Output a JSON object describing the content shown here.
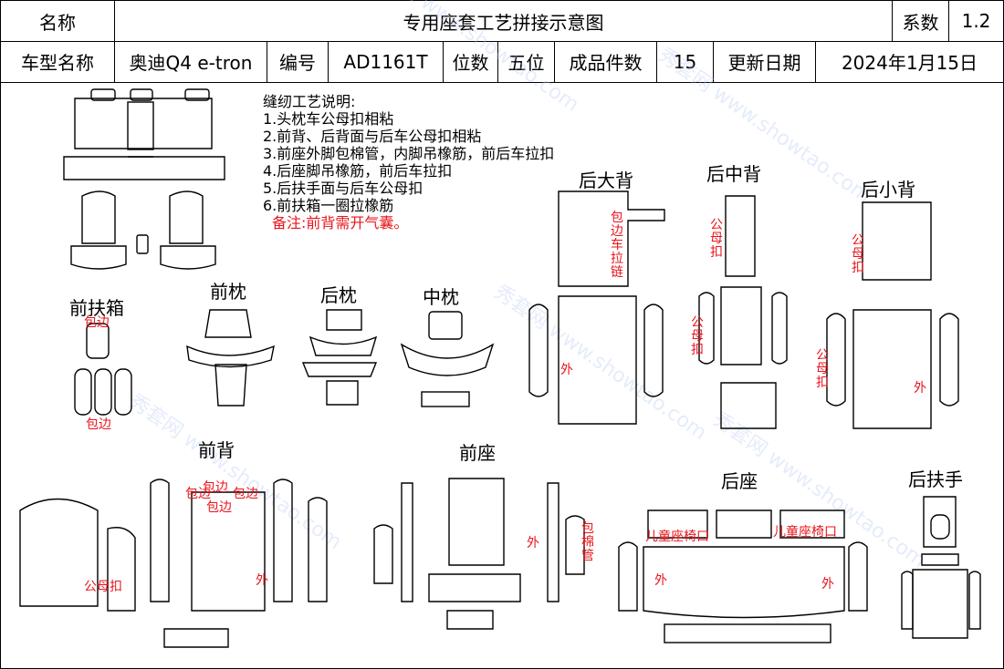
{
  "header": {
    "name_label": "名称",
    "title": "专用座套工艺拼接示意图",
    "coef_label": "系数",
    "coef_value": "1.2"
  },
  "info": {
    "model_label": "车型名称",
    "model_value": "奥迪Q4 e-tron",
    "code_label": "编号",
    "code_value": "AD1161T",
    "seats_label": "位数",
    "seats_value": "五位",
    "pieces_label": "成品件数",
    "pieces_value": "15",
    "date_label": "更新日期",
    "date_value": "2024年1月15日"
  },
  "notes": {
    "heading": "缝纫工艺说明:",
    "items": [
      "1.头枕车公母扣相粘",
      "2.前背、后背面与后车公母扣相粘",
      "3.前座外脚包棉管，内脚吊橡筋，前后车拉扣",
      "4.后座脚吊橡筋，前后车拉扣",
      "5.后扶手面与后车公母扣",
      "6.前扶箱一圈拉橡筋"
    ],
    "remark": "备注:前背需开气囊。"
  },
  "labels": {
    "front_armbox": "前扶箱",
    "front_pillow": "前枕",
    "rear_pillow": "后枕",
    "mid_pillow": "中枕",
    "rear_big_back": "后大背",
    "rear_mid_back": "后中背",
    "rear_small_back": "后小背",
    "front_back": "前背",
    "front_seat": "前座",
    "rear_seat": "后座",
    "rear_armrest": "后扶手"
  },
  "annotations": {
    "wrap_edge": "包边",
    "outer": "外",
    "snap": "公母扣",
    "wrap_zip": "包边车拉链",
    "wrap_cotton": "包棉管",
    "child_seat": "儿童座椅口"
  },
  "watermark": "秀套网 www.showtao.com",
  "colors": {
    "annotation_red": "#e8141b",
    "line": "#000000"
  }
}
